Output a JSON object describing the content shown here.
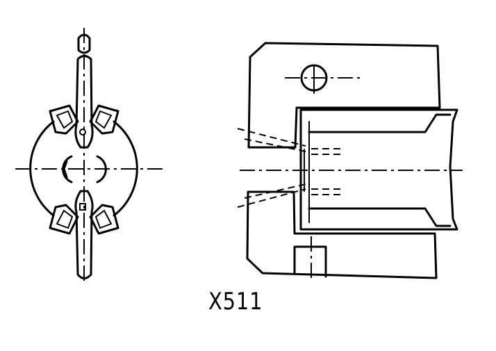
{
  "drawing": {
    "caption": "X511",
    "views": [
      "front-view",
      "side-view"
    ]
  },
  "colors": {
    "ink": "#000000",
    "paper": "#ffffff"
  }
}
